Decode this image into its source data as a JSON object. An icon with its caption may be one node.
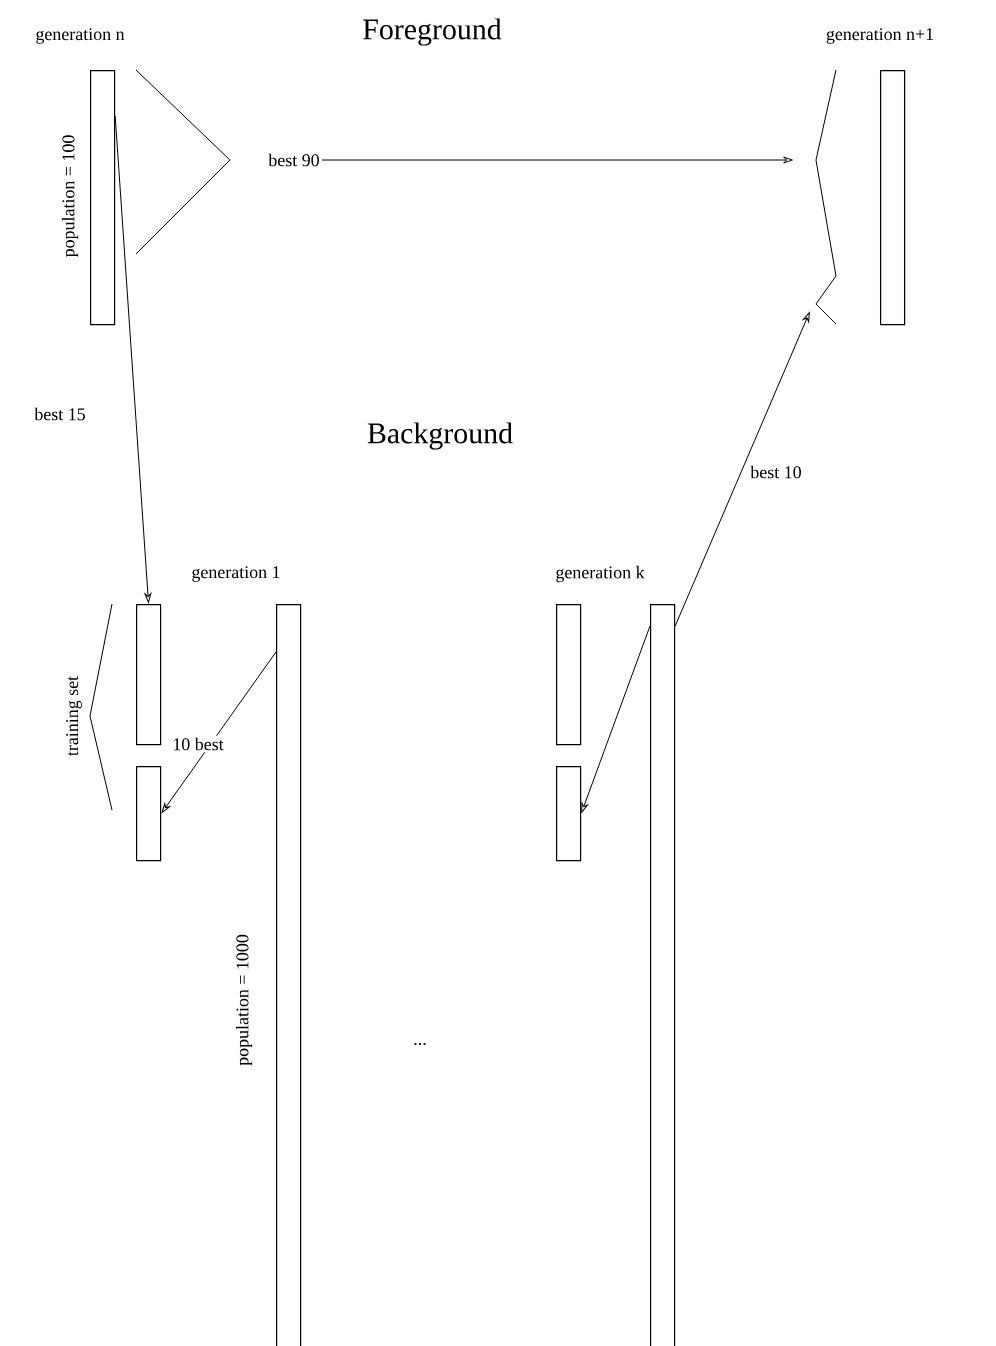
{
  "diagram": {
    "nodes": [
      {
        "text": [
          "generation n"
        ],
        "beside": [
          "population = 100"
        ]
      },
      {
        "text": [
          "generation n+1"
        ]
      },
      {
        "text": [],
        "shape": "bar"
      },
      {
        "text": [],
        "shape": "bar"
      },
      {
        "text": [
          "generation 1"
        ],
        "beside": [
          "population = 1000"
        ]
      },
      {
        "text": [],
        "shape": "bar"
      },
      {
        "text": [],
        "shape": "bar"
      },
      {
        "text": [
          "generation k"
        ]
      },
      {
        "text": [
          "best 90"
        ]
      }
    ],
    "edges": [
      {
        "from": 0,
        "to": 2,
        "arrow": "to",
        "label": "best 15"
      },
      {
        "from": 4,
        "to": 3,
        "arrow": "to",
        "label": "10 best"
      },
      {
        "from": 7,
        "to": 6,
        "arrow": "to"
      },
      {
        "from": 7,
        "to": 1,
        "arrow": "to",
        "label": "best 10"
      },
      {
        "from": 8,
        "to": 1,
        "arrow": "to"
      }
    ],
    "labels": [
      "Foreground",
      "Background",
      "training set",
      "..."
    ]
  }
}
